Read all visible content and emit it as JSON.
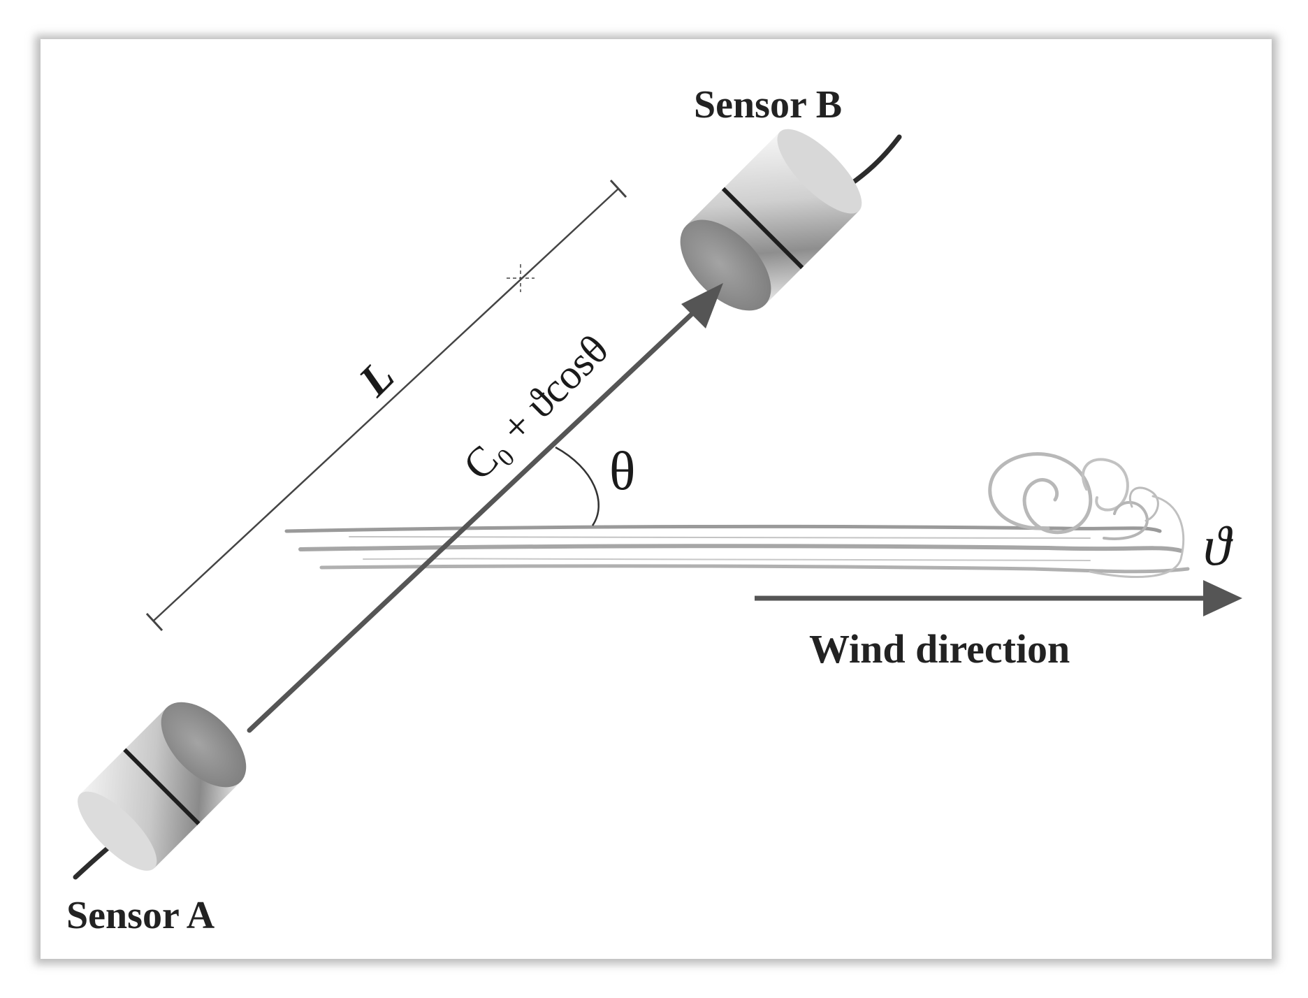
{
  "labels": {
    "sensor_a": "Sensor A",
    "sensor_b": "Sensor B",
    "length": "L",
    "velocity_expression": "C₀ + ϑcosθ",
    "angle": "θ",
    "wind_speed": "ϑ",
    "wind_direction": "Wind direction"
  },
  "colors": {
    "frame_border": "#dcdcdc",
    "arrow": "#555555",
    "sensor_body": "#9a9a9a",
    "sensor_face": "#8c8c8c",
    "text": "#222222"
  }
}
